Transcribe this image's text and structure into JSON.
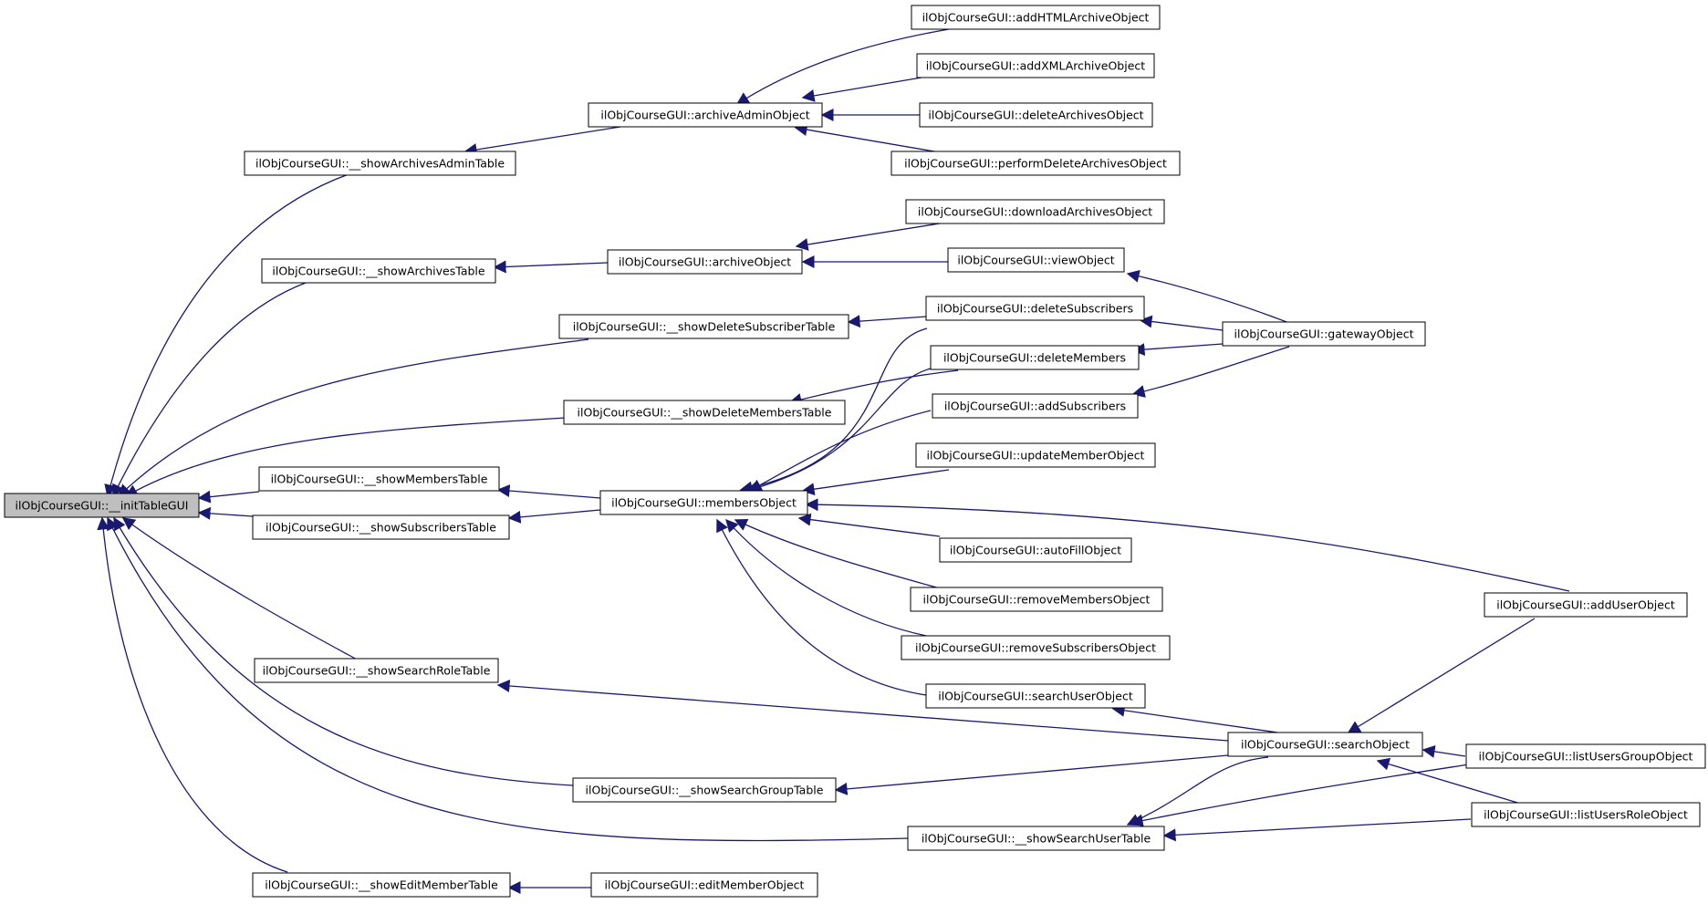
{
  "colors": {
    "edge": "#191970",
    "node_border": "#000000",
    "node_fill": "#ffffff",
    "root_fill": "#bfbfbf"
  },
  "nodes": {
    "root": "ilObjCourseGUI::__initTableGUI",
    "showArchivesAdminTable": "ilObjCourseGUI::__showArchivesAdminTable",
    "showArchivesTable": "ilObjCourseGUI::__showArchivesTable",
    "showDeleteSubscriberTable": "ilObjCourseGUI::__showDeleteSubscriberTable",
    "showDeleteMembersTable": "ilObjCourseGUI::__showDeleteMembersTable",
    "showMembersTable": "ilObjCourseGUI::__showMembersTable",
    "showSubscribersTable": "ilObjCourseGUI::__showSubscribersTable",
    "showSearchRoleTable": "ilObjCourseGUI::__showSearchRoleTable",
    "showSearchGroupTable": "ilObjCourseGUI::__showSearchGroupTable",
    "showSearchUserTable": "ilObjCourseGUI::__showSearchUserTable",
    "showEditMemberTable": "ilObjCourseGUI::__showEditMemberTable",
    "archiveAdminObject": "ilObjCourseGUI::archiveAdminObject",
    "archiveObject": "ilObjCourseGUI::archiveObject",
    "membersObject": "ilObjCourseGUI::membersObject",
    "editMemberObject": "ilObjCourseGUI::editMemberObject",
    "addHTMLArchiveObject": "ilObjCourseGUI::addHTMLArchiveObject",
    "addXMLArchiveObject": "ilObjCourseGUI::addXMLArchiveObject",
    "deleteArchivesObject": "ilObjCourseGUI::deleteArchivesObject",
    "performDeleteArchivesObject": "ilObjCourseGUI::performDeleteArchivesObject",
    "downloadArchivesObject": "ilObjCourseGUI::downloadArchivesObject",
    "viewObject": "ilObjCourseGUI::viewObject",
    "deleteSubscribers": "ilObjCourseGUI::deleteSubscribers",
    "deleteMembers": "ilObjCourseGUI::deleteMembers",
    "addSubscribers": "ilObjCourseGUI::addSubscribers",
    "updateMemberObject": "ilObjCourseGUI::updateMemberObject",
    "autoFillObject": "ilObjCourseGUI::autoFillObject",
    "removeMembersObject": "ilObjCourseGUI::removeMembersObject",
    "removeSubscribersObject": "ilObjCourseGUI::removeSubscribersObject",
    "searchUserObject": "ilObjCourseGUI::searchUserObject",
    "gatewayObject": "ilObjCourseGUI::gatewayObject",
    "searchObject": "ilObjCourseGUI::searchObject",
    "addUserObject": "ilObjCourseGUI::addUserObject",
    "listUsersGroupObject": "ilObjCourseGUI::listUsersGroupObject",
    "listUsersRoleObject": "ilObjCourseGUI::listUsersRoleObject"
  }
}
